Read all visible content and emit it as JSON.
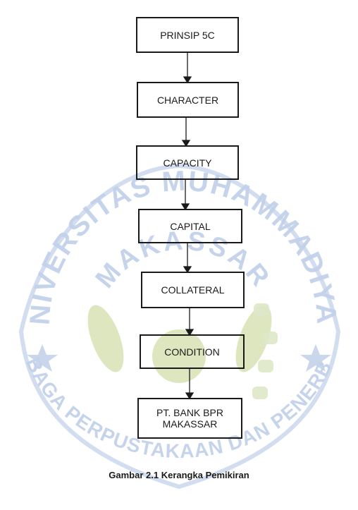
{
  "diagram": {
    "boxes": [
      {
        "id": "prinsip-5c",
        "label": "PRINSIP 5C"
      },
      {
        "id": "character",
        "label": "CHARACTER"
      },
      {
        "id": "capacity",
        "label": "CAPACITY"
      },
      {
        "id": "capital",
        "label": "CAPITAL"
      },
      {
        "id": "collateral",
        "label": "COLLATERAL"
      },
      {
        "id": "condition",
        "label": "CONDITION"
      },
      {
        "id": "bank",
        "label": "PT. BANK BPR\nMAKASSAR"
      }
    ],
    "caption": "Gambar 2.1 Kerangka Pemikiran"
  },
  "watermark": {
    "color": "#b9c9e6",
    "top_text": "UNIVERSITAS MUHAMMADIYAH",
    "middle_text": "MAKASSAR",
    "bottom_text": "LEMBAGA PERPUSTAKAAN DAN PENERBITAN"
  }
}
